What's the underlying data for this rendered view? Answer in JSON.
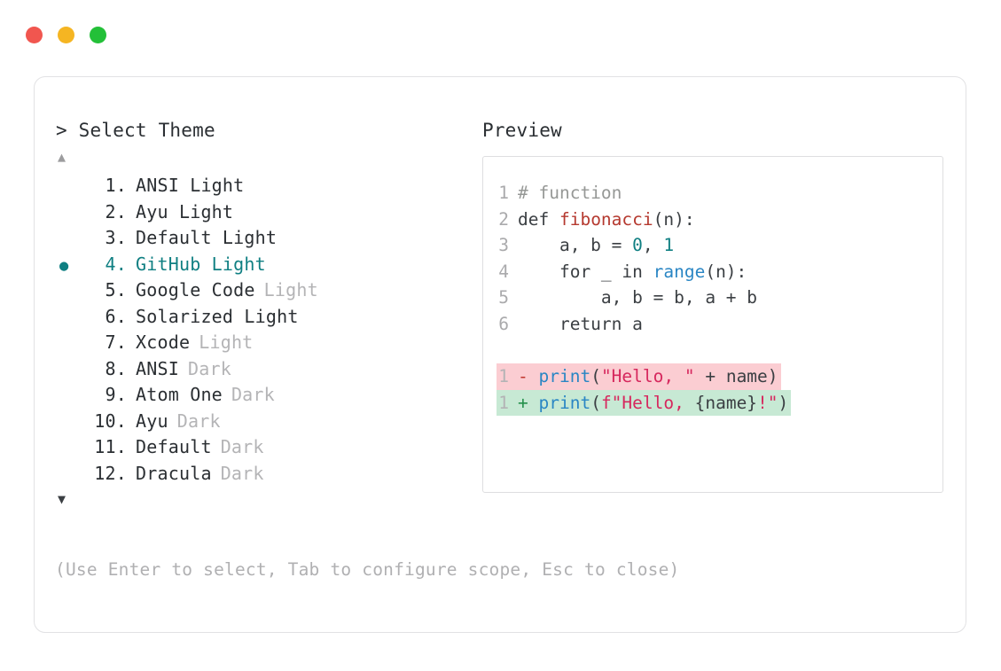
{
  "window": {
    "dots": [
      {
        "name": "close",
        "color": "#f1564f"
      },
      {
        "name": "minimize",
        "color": "#f5b522"
      },
      {
        "name": "zoom",
        "color": "#23c038"
      }
    ]
  },
  "selector": {
    "prompt": "> Select Theme",
    "scroll_up": "▲",
    "scroll_down": "▼",
    "selected_index": 4,
    "bullet_glyph": "●",
    "accent_color": "#0f7f82",
    "items": [
      {
        "index": "1.",
        "name": "ANSI Light",
        "suffix": "",
        "selected": false
      },
      {
        "index": "2.",
        "name": "Ayu Light",
        "suffix": "",
        "selected": false
      },
      {
        "index": "3.",
        "name": "Default Light",
        "suffix": "",
        "selected": false
      },
      {
        "index": "4.",
        "name": "GitHub Light",
        "suffix": "",
        "selected": true
      },
      {
        "index": "5.",
        "name": "Google Code",
        "suffix": "Light",
        "selected": false
      },
      {
        "index": "6.",
        "name": "Solarized Light",
        "suffix": "",
        "selected": false
      },
      {
        "index": "7.",
        "name": "Xcode",
        "suffix": "Light",
        "selected": false
      },
      {
        "index": "8.",
        "name": "ANSI",
        "suffix": "Dark",
        "selected": false
      },
      {
        "index": "9.",
        "name": "Atom One",
        "suffix": "Dark",
        "selected": false
      },
      {
        "index": "10.",
        "name": "Ayu",
        "suffix": "Dark",
        "selected": false
      },
      {
        "index": "11.",
        "name": "Default",
        "suffix": "Dark",
        "selected": false
      },
      {
        "index": "12.",
        "name": "Dracula",
        "suffix": "Dark",
        "selected": false
      }
    ],
    "hint": "(Use Enter to select, Tab to configure scope, Esc to close)"
  },
  "preview": {
    "title": "Preview",
    "code_lines": [
      {
        "number": "1",
        "tokens": [
          {
            "t": "# function",
            "c": "comment"
          }
        ]
      },
      {
        "number": "2",
        "tokens": [
          {
            "t": "def ",
            "c": "plain"
          },
          {
            "t": "fibonacci",
            "c": "func"
          },
          {
            "t": "(n):",
            "c": "plain"
          }
        ]
      },
      {
        "number": "3",
        "tokens": [
          {
            "t": "    a, b = ",
            "c": "plain"
          },
          {
            "t": "0",
            "c": "num"
          },
          {
            "t": ", ",
            "c": "plain"
          },
          {
            "t": "1",
            "c": "num"
          }
        ]
      },
      {
        "number": "4",
        "tokens": [
          {
            "t": "    for _ in ",
            "c": "plain"
          },
          {
            "t": "range",
            "c": "builtin"
          },
          {
            "t": "(n):",
            "c": "plain"
          }
        ]
      },
      {
        "number": "5",
        "tokens": [
          {
            "t": "        a, b = b, a + b",
            "c": "plain"
          }
        ]
      },
      {
        "number": "6",
        "tokens": [
          {
            "t": "    return a",
            "c": "plain"
          }
        ]
      }
    ],
    "diff_lines": [
      {
        "number": "1",
        "kind": "delete",
        "sign": "-",
        "background": "#fbcdd2",
        "tokens": [
          {
            "t": "print",
            "c": "builtin"
          },
          {
            "t": "(",
            "c": "plain"
          },
          {
            "t": "\"Hello, \"",
            "c": "str"
          },
          {
            "t": " + name)",
            "c": "plain"
          }
        ]
      },
      {
        "number": "1",
        "kind": "add",
        "sign": "+",
        "background": "#c7e9d4",
        "tokens": [
          {
            "t": "print",
            "c": "builtin"
          },
          {
            "t": "(",
            "c": "plain"
          },
          {
            "t": "f\"Hello, ",
            "c": "str"
          },
          {
            "t": "{name}",
            "c": "plain"
          },
          {
            "t": "!\"",
            "c": "str"
          },
          {
            "t": ")",
            "c": "plain"
          }
        ]
      }
    ]
  }
}
